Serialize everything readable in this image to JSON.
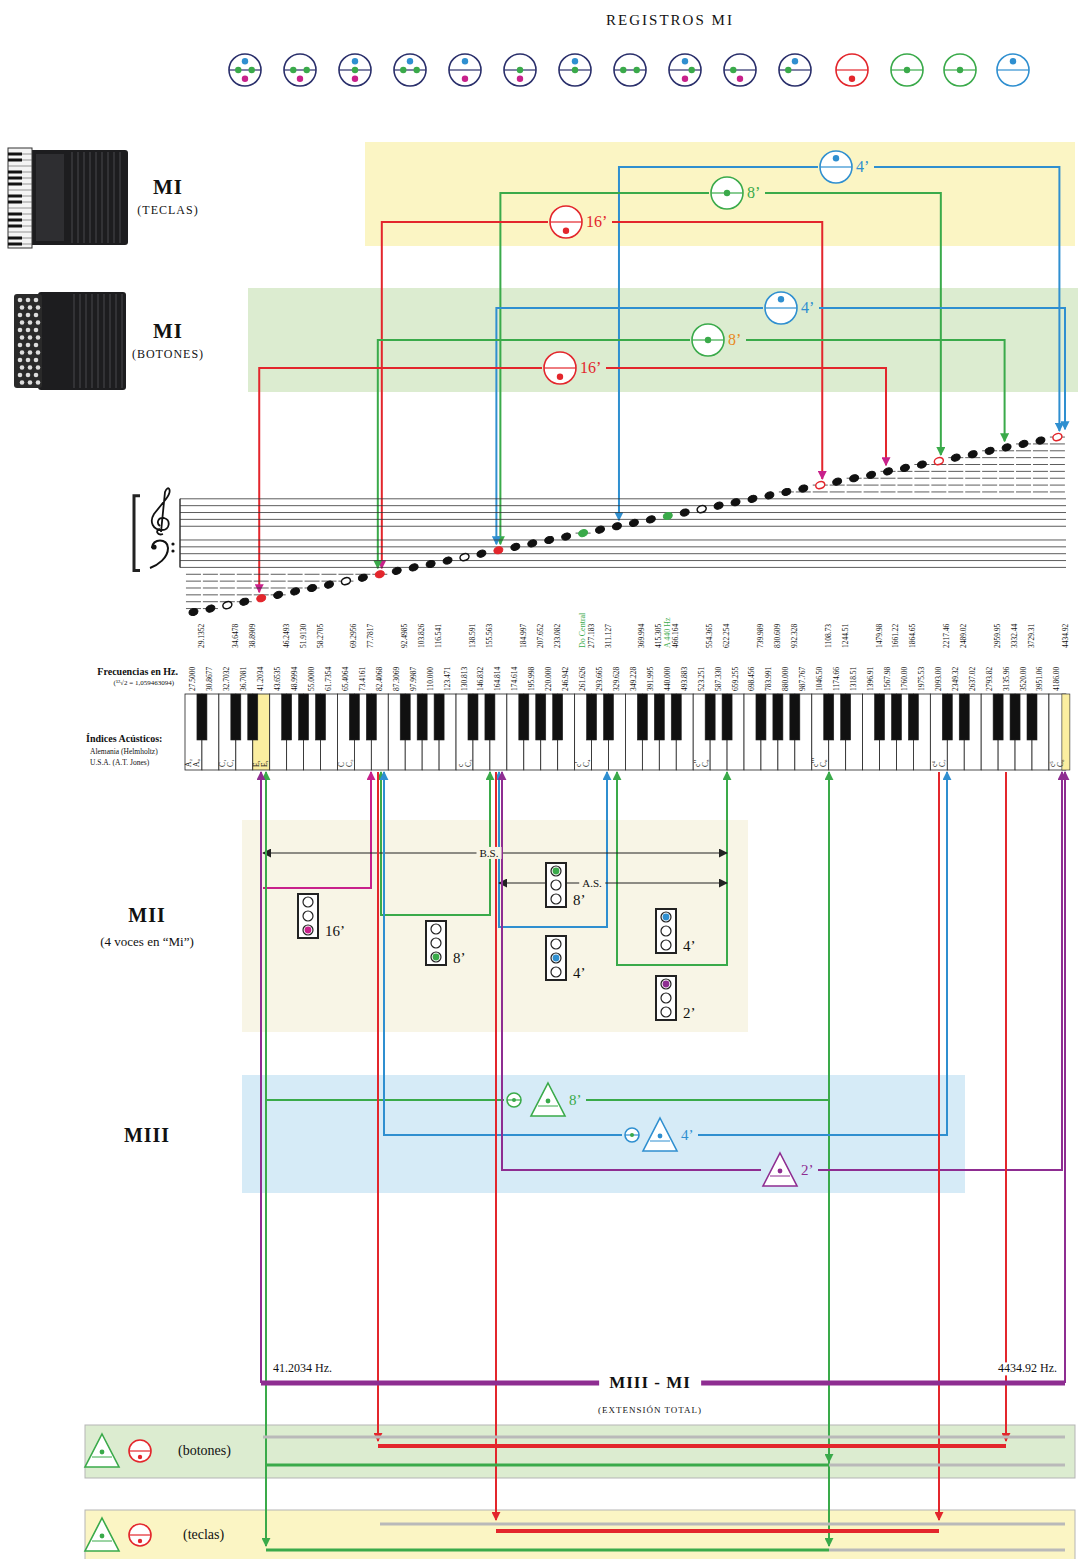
{
  "diagram": {
    "title": "REGISTROS MI",
    "nodes": [
      {
        "text": [
          "MI",
          "(TECLAS)"
        ]
      },
      {
        "text": [
          "4’"
        ],
        "in": 0
      },
      {
        "text": [
          "8’"
        ],
        "in": 0
      },
      {
        "text": [
          "16’"
        ],
        "in": 0
      },
      {
        "text": [
          "MI",
          "(BOTONES)"
        ]
      },
      {
        "text": [
          "4’"
        ],
        "in": 4
      },
      {
        "text": [
          "8’"
        ],
        "in": 4
      },
      {
        "text": [
          "16’"
        ],
        "in": 4
      },
      {
        "text": [
          "MII",
          "(4 voces en “Mi”)"
        ]
      },
      {
        "text": [
          "16’"
        ],
        "in": 8
      },
      {
        "text": [
          "8’"
        ],
        "in": 8
      },
      {
        "text": [
          "8’"
        ],
        "in": 8
      },
      {
        "text": [
          "4’"
        ],
        "in": 8
      },
      {
        "text": [
          "4’"
        ],
        "in": 8
      },
      {
        "text": [
          "2’"
        ],
        "in": 8
      },
      {
        "text": [
          "MIII"
        ]
      },
      {
        "text": [
          "8’"
        ],
        "in": 15
      },
      {
        "text": [
          "4’"
        ],
        "in": 15
      },
      {
        "text": [
          "2’"
        ],
        "in": 15
      },
      {
        "text": [
          "(botones)"
        ]
      },
      {
        "text": [
          "(teclas)"
        ]
      }
    ],
    "labels": [
      "Frecuencias en Hz.",
      "(¹²√2 = 1,059463094)",
      "Índices Acústicos:",
      "Alemania (Helmholtz)",
      "U.S.A. (A.T. Jones)",
      "Do Central",
      "A 440 Hz",
      "B.S.",
      "A.S.",
      "41.2034 Hz.",
      "MIII - MI",
      "4434.92 Hz.",
      "(EXTENSIÓN TOTAL)",
      "27.5000",
      "29.1352",
      "30.8677",
      "32.7032",
      "34.6478",
      "36.7081",
      "38.8909",
      "41.2034",
      "43.6535",
      "46.2493",
      "48.9994",
      "51.9130",
      "55.0000",
      "58.2705",
      "61.7354",
      "65.4064",
      "69.2956",
      "73.4161",
      "77.7817",
      "82.4068",
      "87.3069",
      "92.4985",
      "97.9987",
      "103.826",
      "110.000",
      "116.541",
      "123.471",
      "130.813",
      "138.591",
      "146.832",
      "155.563",
      "164.814",
      "174.614",
      "184.997",
      "195.998",
      "207.652",
      "220.000",
      "233.082",
      "246.942",
      "261.626",
      "277.183",
      "293.665",
      "311.127",
      "329.628",
      "349.228",
      "369.994",
      "391.995",
      "415.305",
      "440.000",
      "466.164",
      "493.883",
      "523.251",
      "554.365",
      "587.330",
      "622.254",
      "659.255",
      "698.456",
      "739.989",
      "783.991",
      "830.609",
      "880.000",
      "932.328",
      "987.767",
      "1046.50",
      "1108.73",
      "1174.66",
      "1244.51",
      "1318.51",
      "1396.91",
      "1479.98",
      "1567.98",
      "1661.22",
      "1760.00",
      "1864.65",
      "1975.53",
      "2093.00",
      "2217.46",
      "2349.32",
      "2489.02",
      "2637.02",
      "2793.82",
      "2959.95",
      "3135.96",
      "3332.44",
      "3520.00",
      "3729.31",
      "3951.06",
      "4186.00",
      "4434.92",
      "A₂",
      "A₀",
      "C₁",
      "C₁",
      "E₁",
      "E₁",
      "C",
      "C₂",
      "c",
      "C₃",
      "c’",
      "C₄",
      "c’’",
      "C₅",
      "c’’’",
      "C₆",
      "c⁴",
      "C₇",
      "c⁵",
      "C₈"
    ]
  }
}
